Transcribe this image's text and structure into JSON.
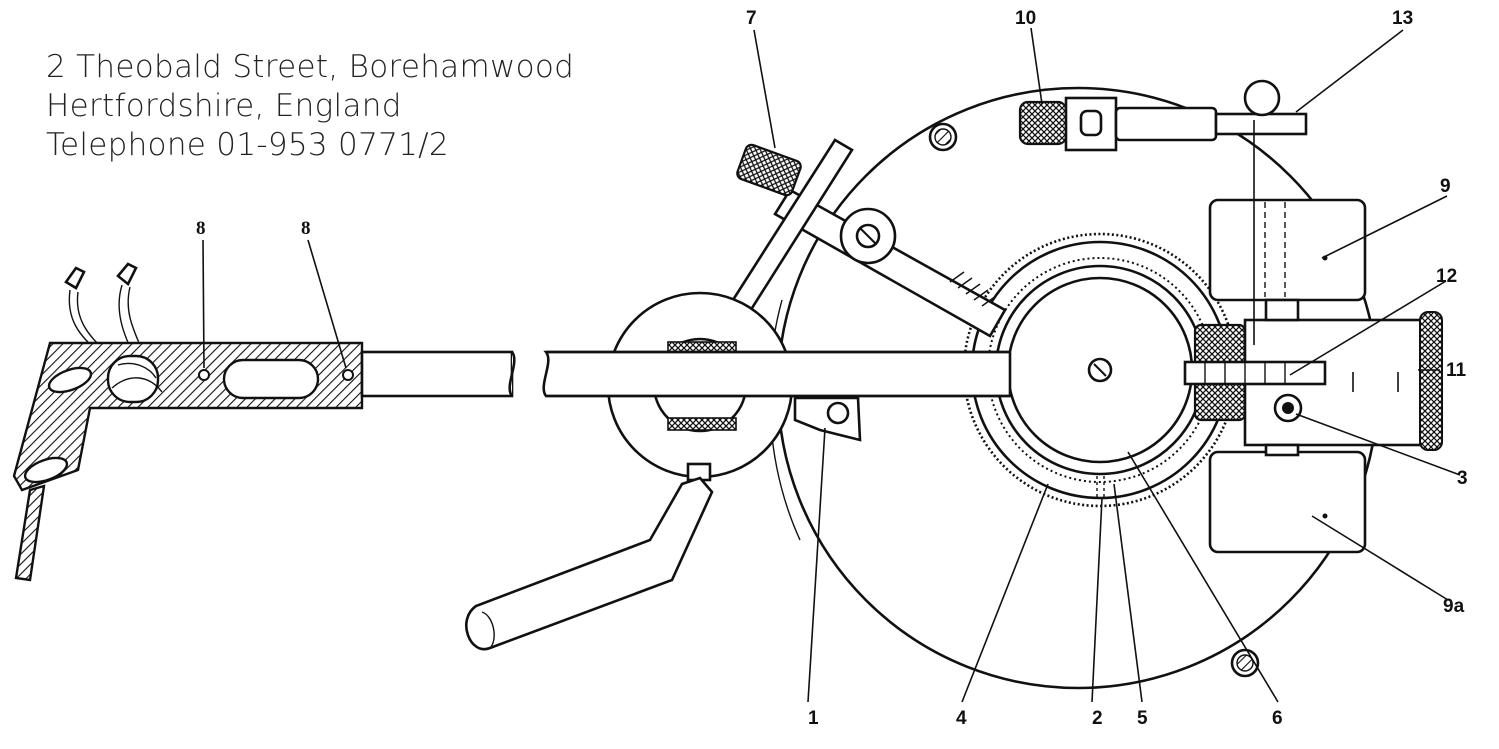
{
  "address": {
    "line1": "2 Theobald Street, Borehamwood",
    "line2": "Hertfordshire, England",
    "line3": "Telephone 01-953 0771/2"
  },
  "callouts": {
    "c1": "1",
    "c2": "2",
    "c3": "3",
    "c4": "4",
    "c5": "5",
    "c6": "6",
    "c7": "7",
    "c8a": "8",
    "c8b": "8",
    "c9": "9",
    "c9a": "9a",
    "c10": "10",
    "c11": "11",
    "c12": "12",
    "c13": "13"
  }
}
